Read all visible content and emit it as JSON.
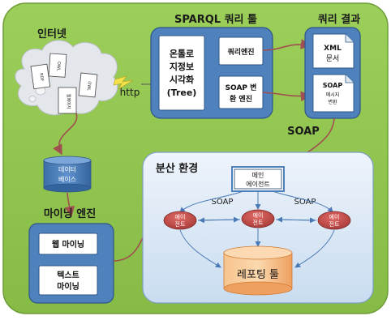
{
  "sections": {
    "internet": "인터넷",
    "sparql_tool": "SPARQL 쿼리 툴",
    "query_result": "쿼리 결과",
    "distributed": "분산 환경",
    "mining_engine": "마이닝 엔진"
  },
  "labels": {
    "http": "http",
    "soap_main": "SOAP",
    "soap_left": "SOAP",
    "soap_right": "SOAP"
  },
  "internet_docs": [
    "RDF",
    "OWL",
    "OWL",
    "웹페이지"
  ],
  "sparql": {
    "ontology_line1": "온톨로",
    "ontology_line2": "지정보",
    "ontology_line3": "시각화",
    "ontology_line4": "(Tree)",
    "query_engine": "쿼리엔진",
    "soap_engine_line1": "SOAP 변",
    "soap_engine_line2": "환 엔진"
  },
  "result_docs": {
    "xml_line1": "XML",
    "xml_line2": "문서",
    "soap_line1": "SOAP",
    "soap_line2": "메시지",
    "soap_line3": "변환"
  },
  "database": {
    "line1": "데이터",
    "line2": "베이스"
  },
  "mining": {
    "web": "웹 마이닝",
    "text_line1": "텍스트",
    "text_line2": "마이닝"
  },
  "distributed": {
    "main_agent_line1": "메인",
    "main_agent_line2": "에이전트",
    "agent_line1": "에이",
    "agent_line2": "전트",
    "reporting": "레포팅 툴"
  },
  "colors": {
    "outer_green": "#8dc34a",
    "panel_blue": "#4f81bd",
    "dist_bg": "#dbe7f5",
    "agent_red": "#c0504d",
    "report_orange": "#f2a65a",
    "arrow_red": "#a05050"
  }
}
